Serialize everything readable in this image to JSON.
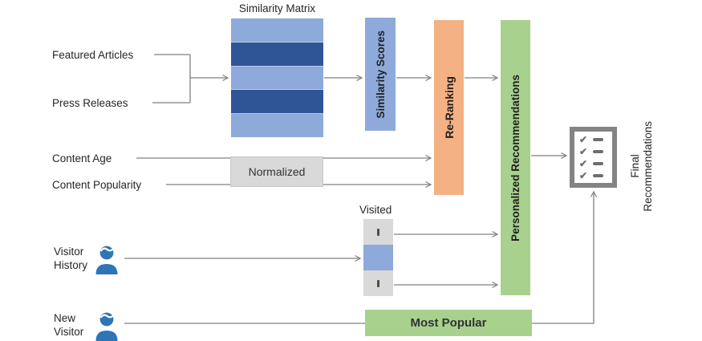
{
  "colors": {
    "light_blue": "#8EAADB",
    "dark_blue": "#2F5597",
    "orange": "#F4B183",
    "green": "#A9D18E",
    "gray_box": "#D9D9D9",
    "line": "#808080",
    "icon_gray": "#848484",
    "person_blue": "#2E75B6",
    "text": "#262626"
  },
  "icons": {
    "check": "✔"
  },
  "nodes": {
    "similarity_matrix_title": "Similarity Matrix",
    "featured_articles": "Featured Articles",
    "press_releases": "Press Releases",
    "similarity_scores": "Similarity Scores",
    "re_ranking": "Re-Ranking",
    "personalized_recommendations": "Personalized Recommendations",
    "content_age": "Content Age",
    "content_popularity": "Content Popularity",
    "normalized": "Normalized",
    "visited": "Visited",
    "most_popular": "Most Popular",
    "visitor_history": {
      "line1": "Visitor",
      "line2": "History"
    },
    "new_visitor": {
      "line1": "New",
      "line2": "Visitor"
    },
    "final_recommendations": {
      "line1": "Final",
      "line2": "Recommendations"
    }
  }
}
